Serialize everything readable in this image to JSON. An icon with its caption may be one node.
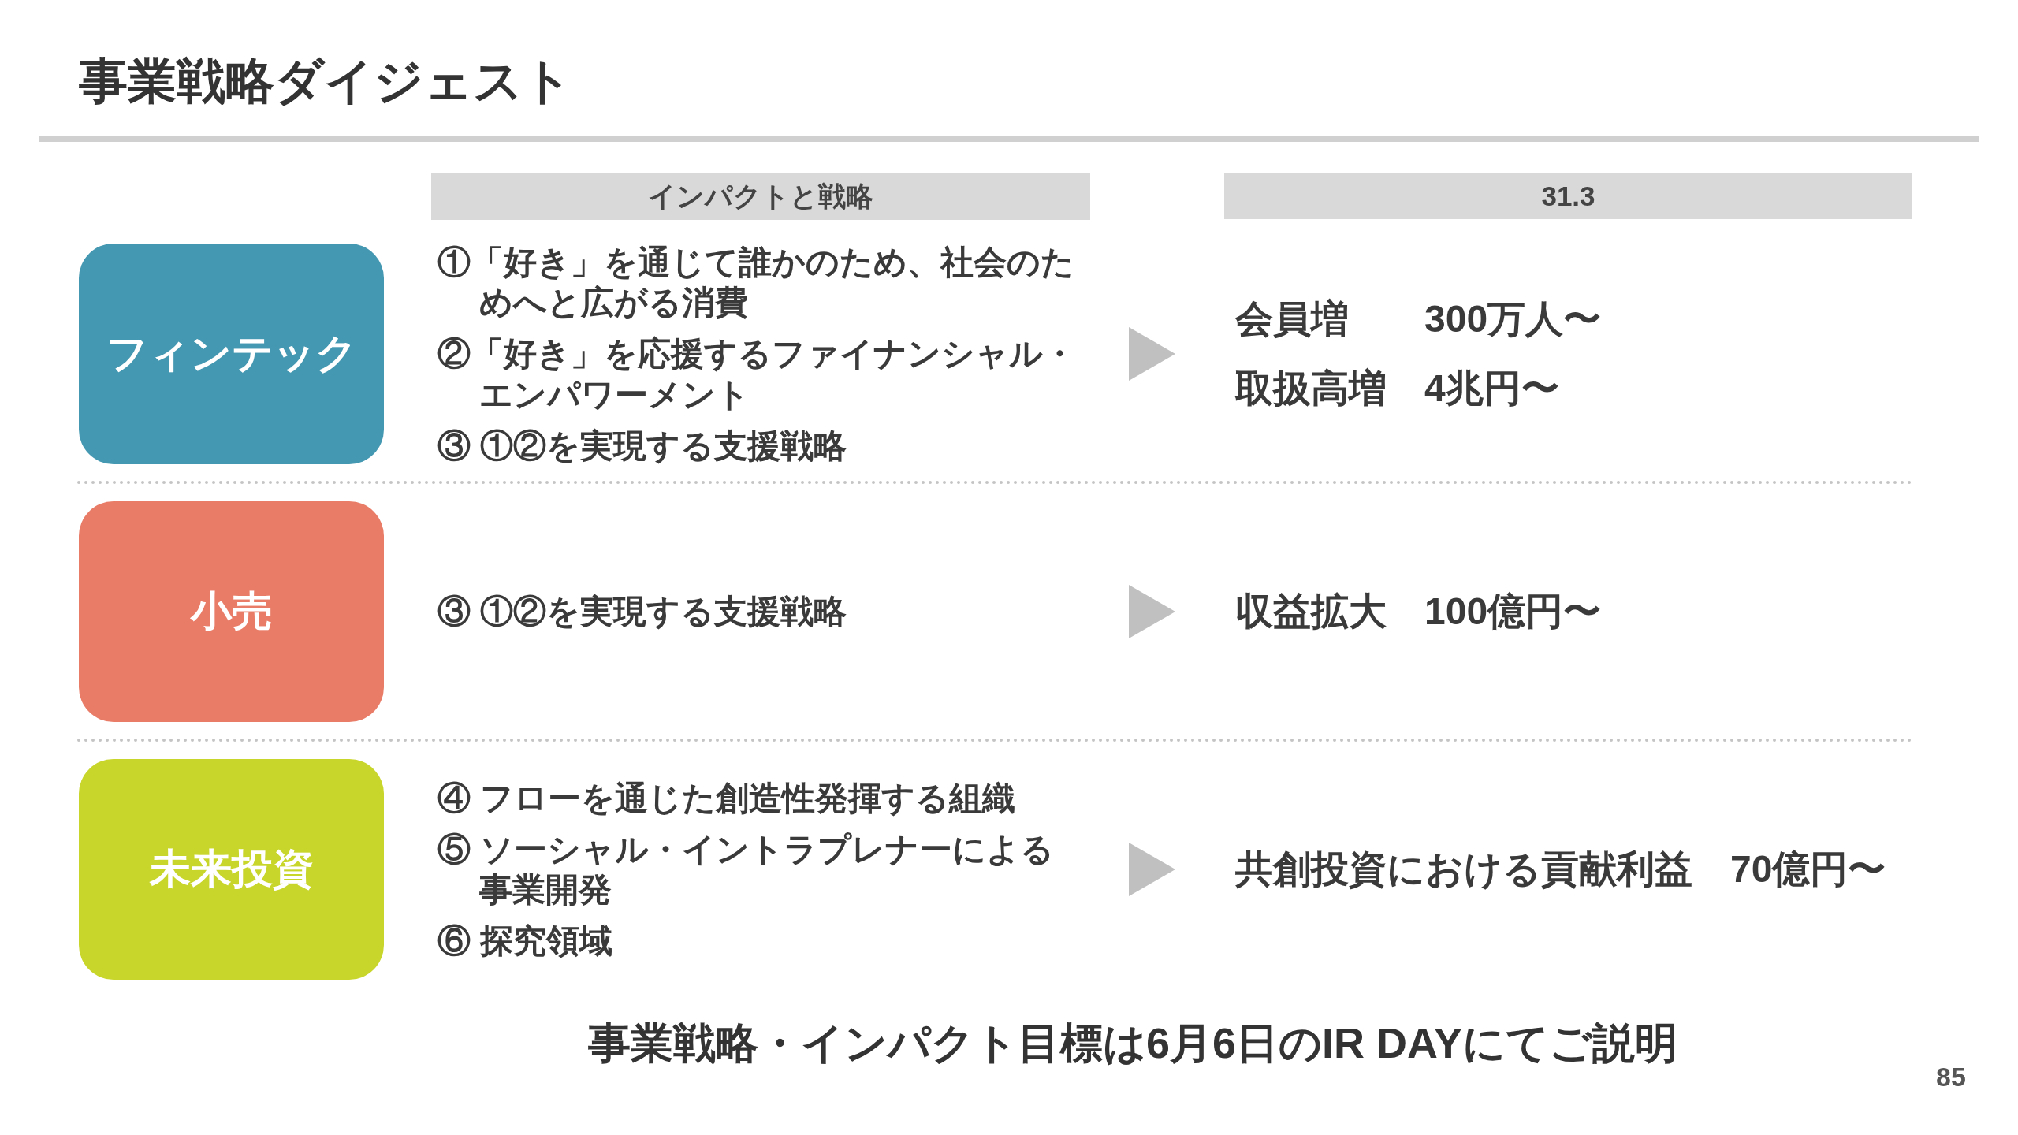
{
  "diagram": {
    "title": "事業戦略ダイジェスト",
    "caption": "事業戦略・インパクト目標は6月6日のIR DAYにてご説明",
    "nodes": [
      {
        "text": [
          "インパクトと戦略"
        ]
      },
      {
        "text": [
          "31.3"
        ]
      },
      {
        "text": [
          "フィンテック"
        ]
      },
      {
        "text": [
          "小売"
        ]
      },
      {
        "text": [
          "未来投資"
        ]
      }
    ],
    "labels": [
      "①「好き」を通じて誰かのため、社会のためへと広がる消費",
      "②「好き」を応援するファイナンシャル・エンパワーメント",
      "③ ①②を実現する支援戦略",
      "会員増",
      "300万人〜",
      "取扱高増",
      "4兆円〜",
      "③ ①②を実現する支援戦略",
      "収益拡大",
      "100億円〜",
      "④ フローを通じた創造性発揮する組織",
      "⑤ ソーシャル・イントラプレナーによる事業開発",
      "⑥ 探究領域",
      "共創投資における貢献利益",
      "70億円〜",
      "85"
    ]
  }
}
